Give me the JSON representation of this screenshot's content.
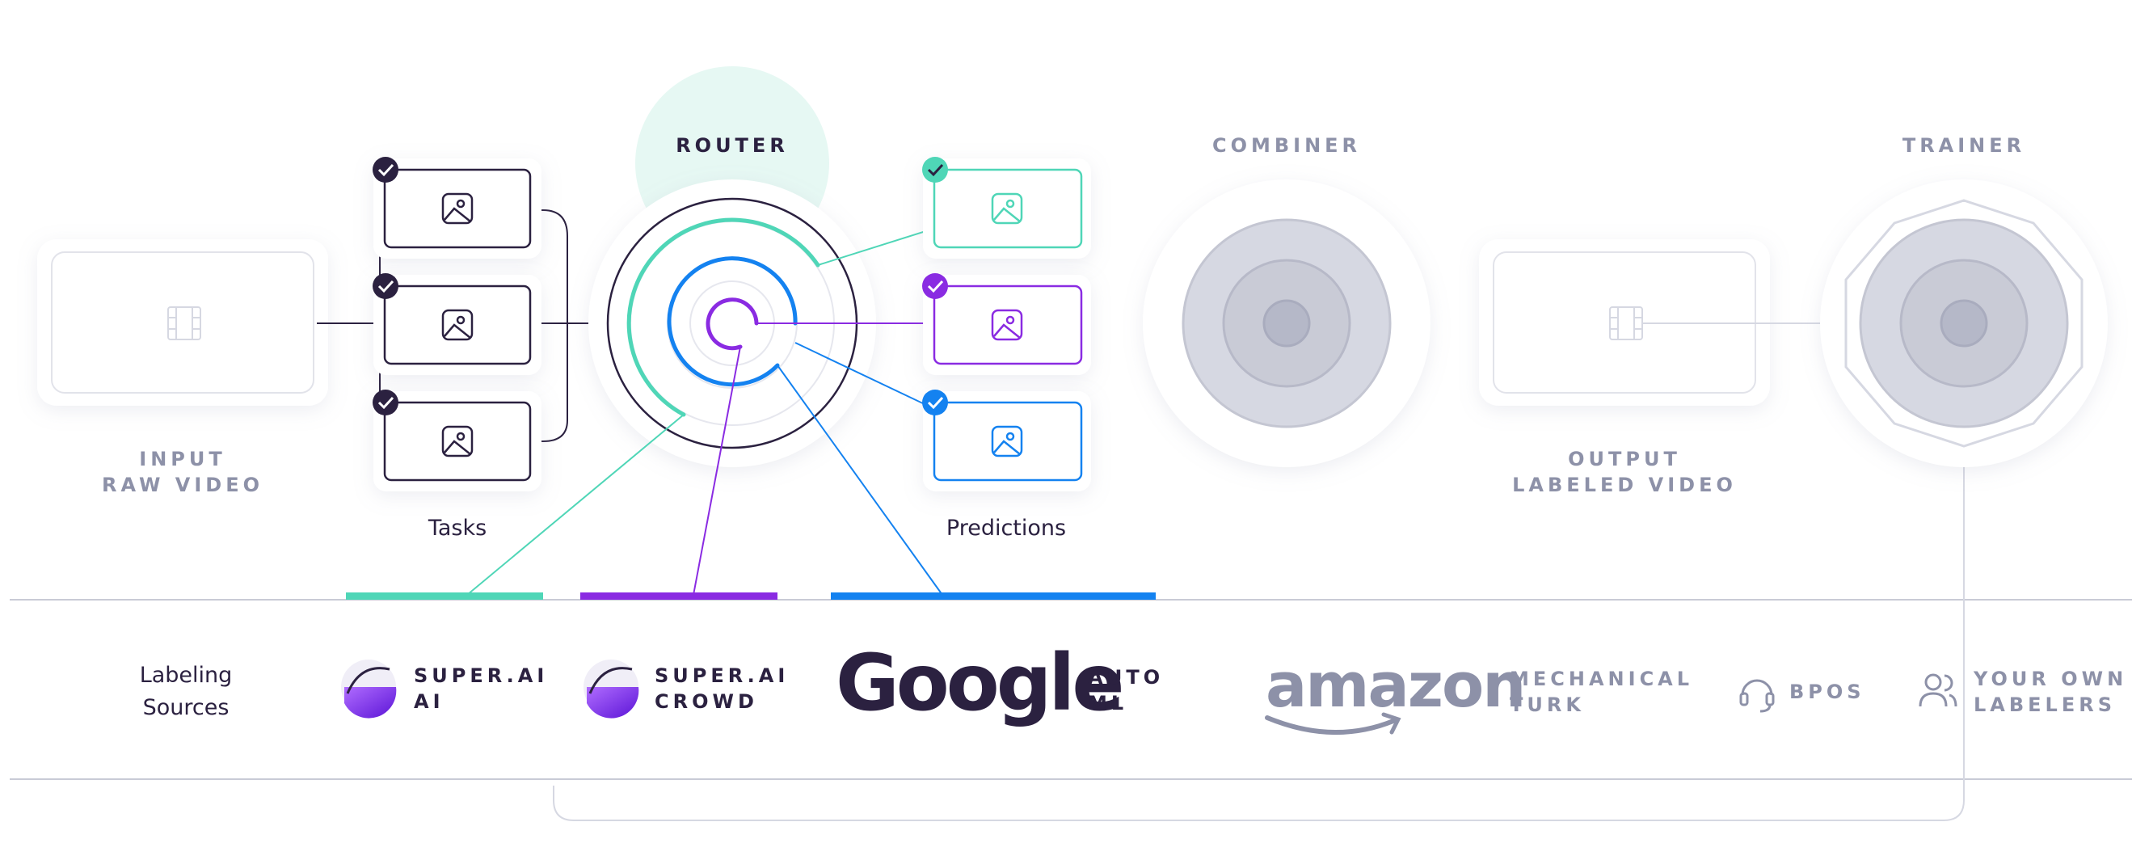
{
  "stages": {
    "input": {
      "line1": "INPUT",
      "line2": "RAW VIDEO"
    },
    "router": {
      "title": "ROUTER"
    },
    "combiner": {
      "title": "COMBINER"
    },
    "output": {
      "line1": "OUTPUT",
      "line2": "LABELED VIDEO"
    },
    "trainer": {
      "title": "TRAINER"
    }
  },
  "tasks": {
    "label": "Tasks",
    "count": 3
  },
  "predictions": {
    "label": "Predictions",
    "count": 3
  },
  "labeling_sources": {
    "title_line1": "Labeling",
    "title_line2": "Sources",
    "items": [
      {
        "name_line1": "SUPER.AI",
        "name_line2": "AI"
      },
      {
        "name_line1": "SUPER.AI",
        "name_line2": "CROWD"
      },
      {
        "logo": "Google",
        "name_line1": "AUTO",
        "name_line2": "ML"
      },
      {
        "logo": "amazon",
        "name_line1": "MECHANICAL",
        "name_line2": "TURK"
      },
      {
        "name_line1": "BPOS"
      },
      {
        "name_line1": "YOUR OWN",
        "name_line2": "LABELERS"
      }
    ]
  },
  "colors": {
    "dark": "#2b2140",
    "teal": "#4fd6b7",
    "purple": "#8a2be2",
    "blue": "#1482f0",
    "gray_text": "#8d91a8",
    "gray_line": "#c9cbd6",
    "gray_circle": "#d6d8e2"
  },
  "icons": [
    "image-icon",
    "film-icon",
    "check-icon",
    "headset-icon",
    "users-icon",
    "superai-logo-icon",
    "google-logo",
    "amazon-logo"
  ]
}
